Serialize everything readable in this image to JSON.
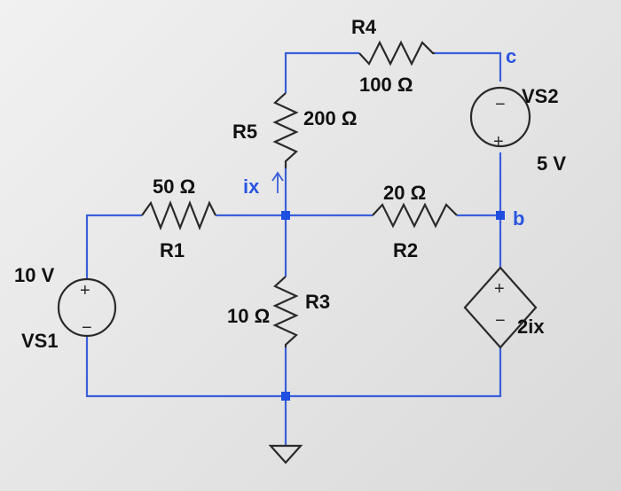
{
  "circuit": {
    "vs1": {
      "name": "VS1",
      "value": "10 V"
    },
    "vs2": {
      "name": "VS2",
      "value": "5 V"
    },
    "r1": {
      "name": "R1",
      "value": "50 Ω"
    },
    "r2": {
      "name": "R2",
      "value": "20 Ω"
    },
    "r3": {
      "name": "R3",
      "value": "10 Ω"
    },
    "r4": {
      "name": "R4",
      "value": "100 Ω"
    },
    "r5": {
      "name": "R5",
      "value": "200 Ω"
    },
    "dependent_source": {
      "label": "2ix"
    },
    "current_label": "ix",
    "node_b": "b",
    "node_c": "c",
    "plus": "+",
    "minus": "−"
  },
  "colors": {
    "wire": "#3b5fd9",
    "component": "#2a2a2a",
    "node": "#1f4fe0",
    "label_blue": "#2a55e0"
  }
}
